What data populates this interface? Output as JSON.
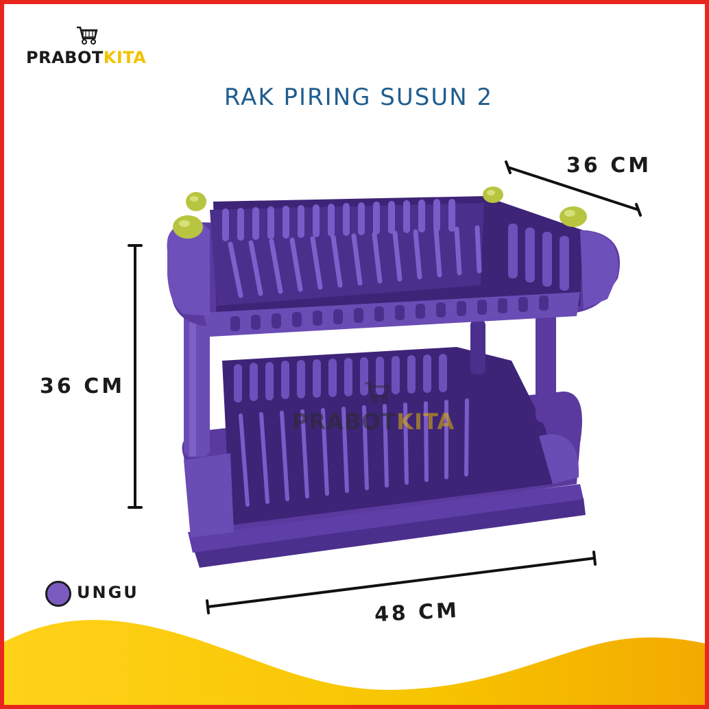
{
  "brand": {
    "name_part1": "PRABOT",
    "name_part2": "KITA"
  },
  "title": "RAK PIRING SUSUN 2",
  "dimensions": {
    "depth": "36 CM",
    "height": "36 CM",
    "width": "48 CM"
  },
  "color_option": {
    "label": "UNGU",
    "swatch_color": "#7b5bc0"
  },
  "watermark": {
    "part1": "PRABOT",
    "part2": "KITA"
  },
  "colors": {
    "frame": "#e8261d",
    "title": "#1f5d8f",
    "wave_yellow": "#f7c400",
    "product_purple": "#5a3a9e",
    "knob_green": "#b7c540"
  }
}
